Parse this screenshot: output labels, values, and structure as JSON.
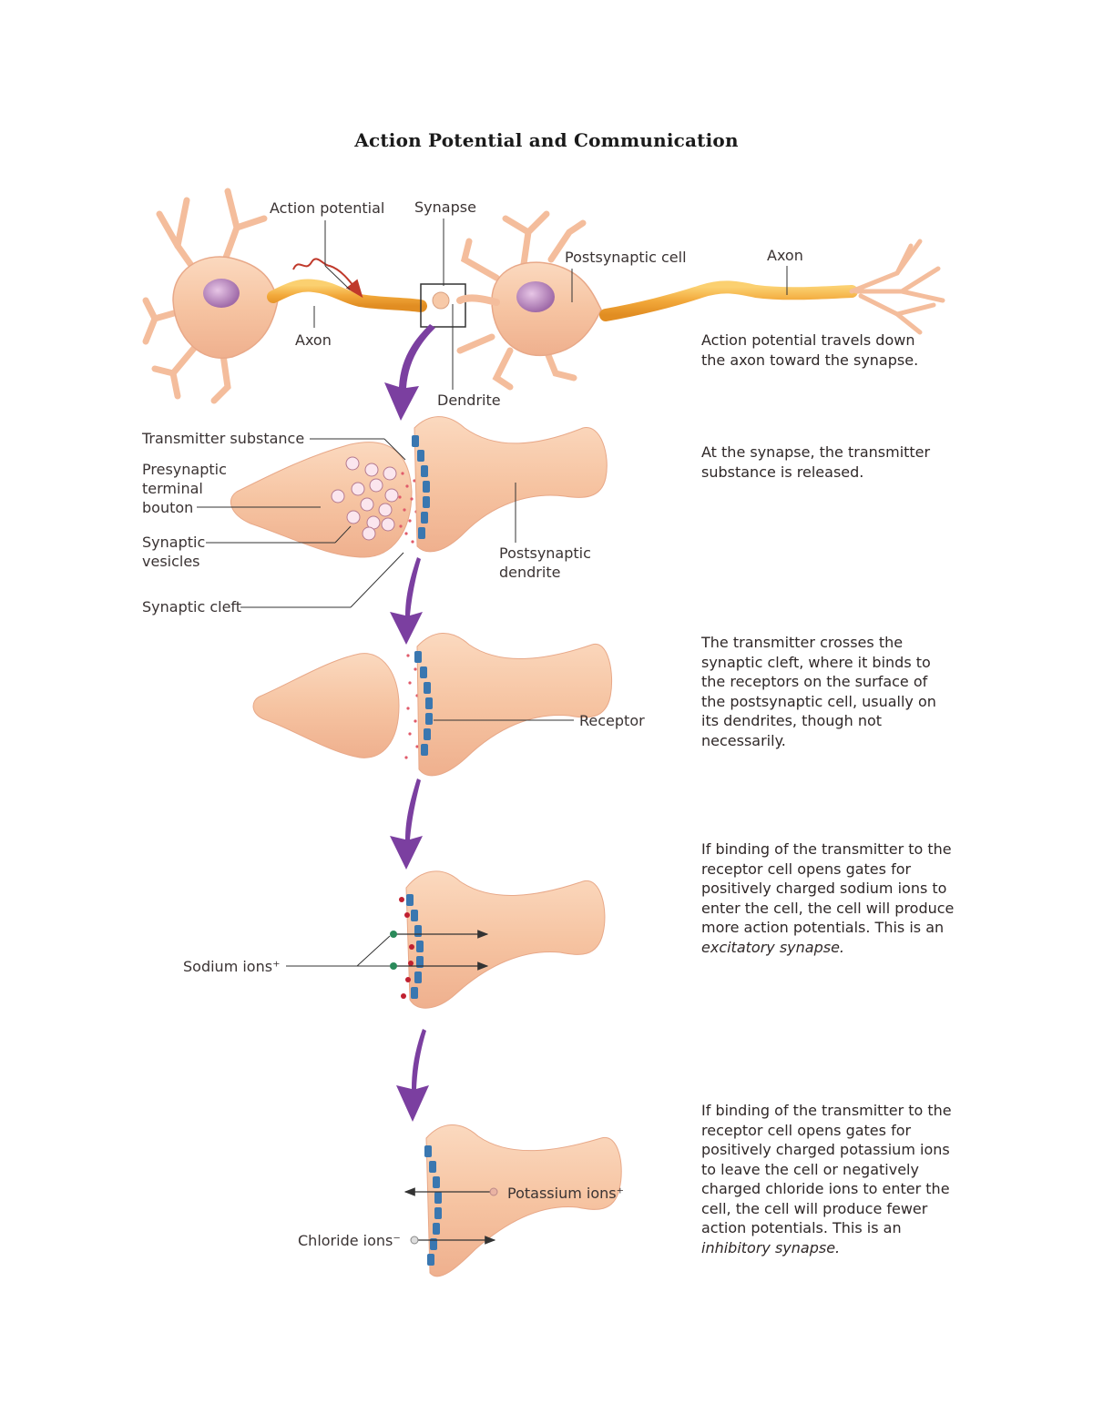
{
  "title": "Action Potential and Communication",
  "colors": {
    "cell": "#f7c9a8",
    "axon": "#f0a830",
    "arrow": "#7b3fa0",
    "receptor": "#3a77b0",
    "transmitter": "#e05a6a",
    "sodium_outside": "#c02030",
    "sodium_inside": "#2a8a5a"
  },
  "labels": {
    "action_potential": "Action potential",
    "synapse": "Synapse",
    "postsynaptic_cell": "Postsynaptic cell",
    "axon_right": "Axon",
    "axon_left": "Axon",
    "dendrite": "Dendrite",
    "transmitter_substance": "Transmitter substance",
    "presynaptic_line1": "Presynaptic",
    "presynaptic_line2": "terminal",
    "presynaptic_line3": "bouton",
    "synaptic_vesicles_line1": "Synaptic",
    "synaptic_vesicles_line2": "vesicles",
    "synaptic_cleft": "Synaptic cleft",
    "postsynaptic_dendrite_line1": "Postsynaptic",
    "postsynaptic_dendrite_line2": "dendrite",
    "receptor": "Receptor",
    "sodium_ions": "Sodium ions⁺",
    "potassium_ions": "Potassium ions⁺",
    "chloride_ions": "Chloride ions⁻"
  },
  "captions": {
    "step1": "Action potential travels down the axon toward the synapse.",
    "step2": "At the synapse, the transmitter substance is released.",
    "step3": "The transmitter crosses the synaptic cleft, where it binds to the receptors on the surface of the postsynaptic cell, usually on its dendrites, though not necessarily.",
    "step4_text": "If binding of the transmitter to the receptor cell opens gates for positively charged sodium ions to enter the cell, the cell will produce more action potentials. This is an",
    "step4_term": "excitatory synapse.",
    "step5_text": "If binding of the transmitter to the receptor cell opens gates for positively charged potassium ions to leave the cell or negatively charged chloride ions to enter the cell, the cell will produce fewer action potentials. This is an",
    "step5_term": "inhibitory synapse."
  }
}
